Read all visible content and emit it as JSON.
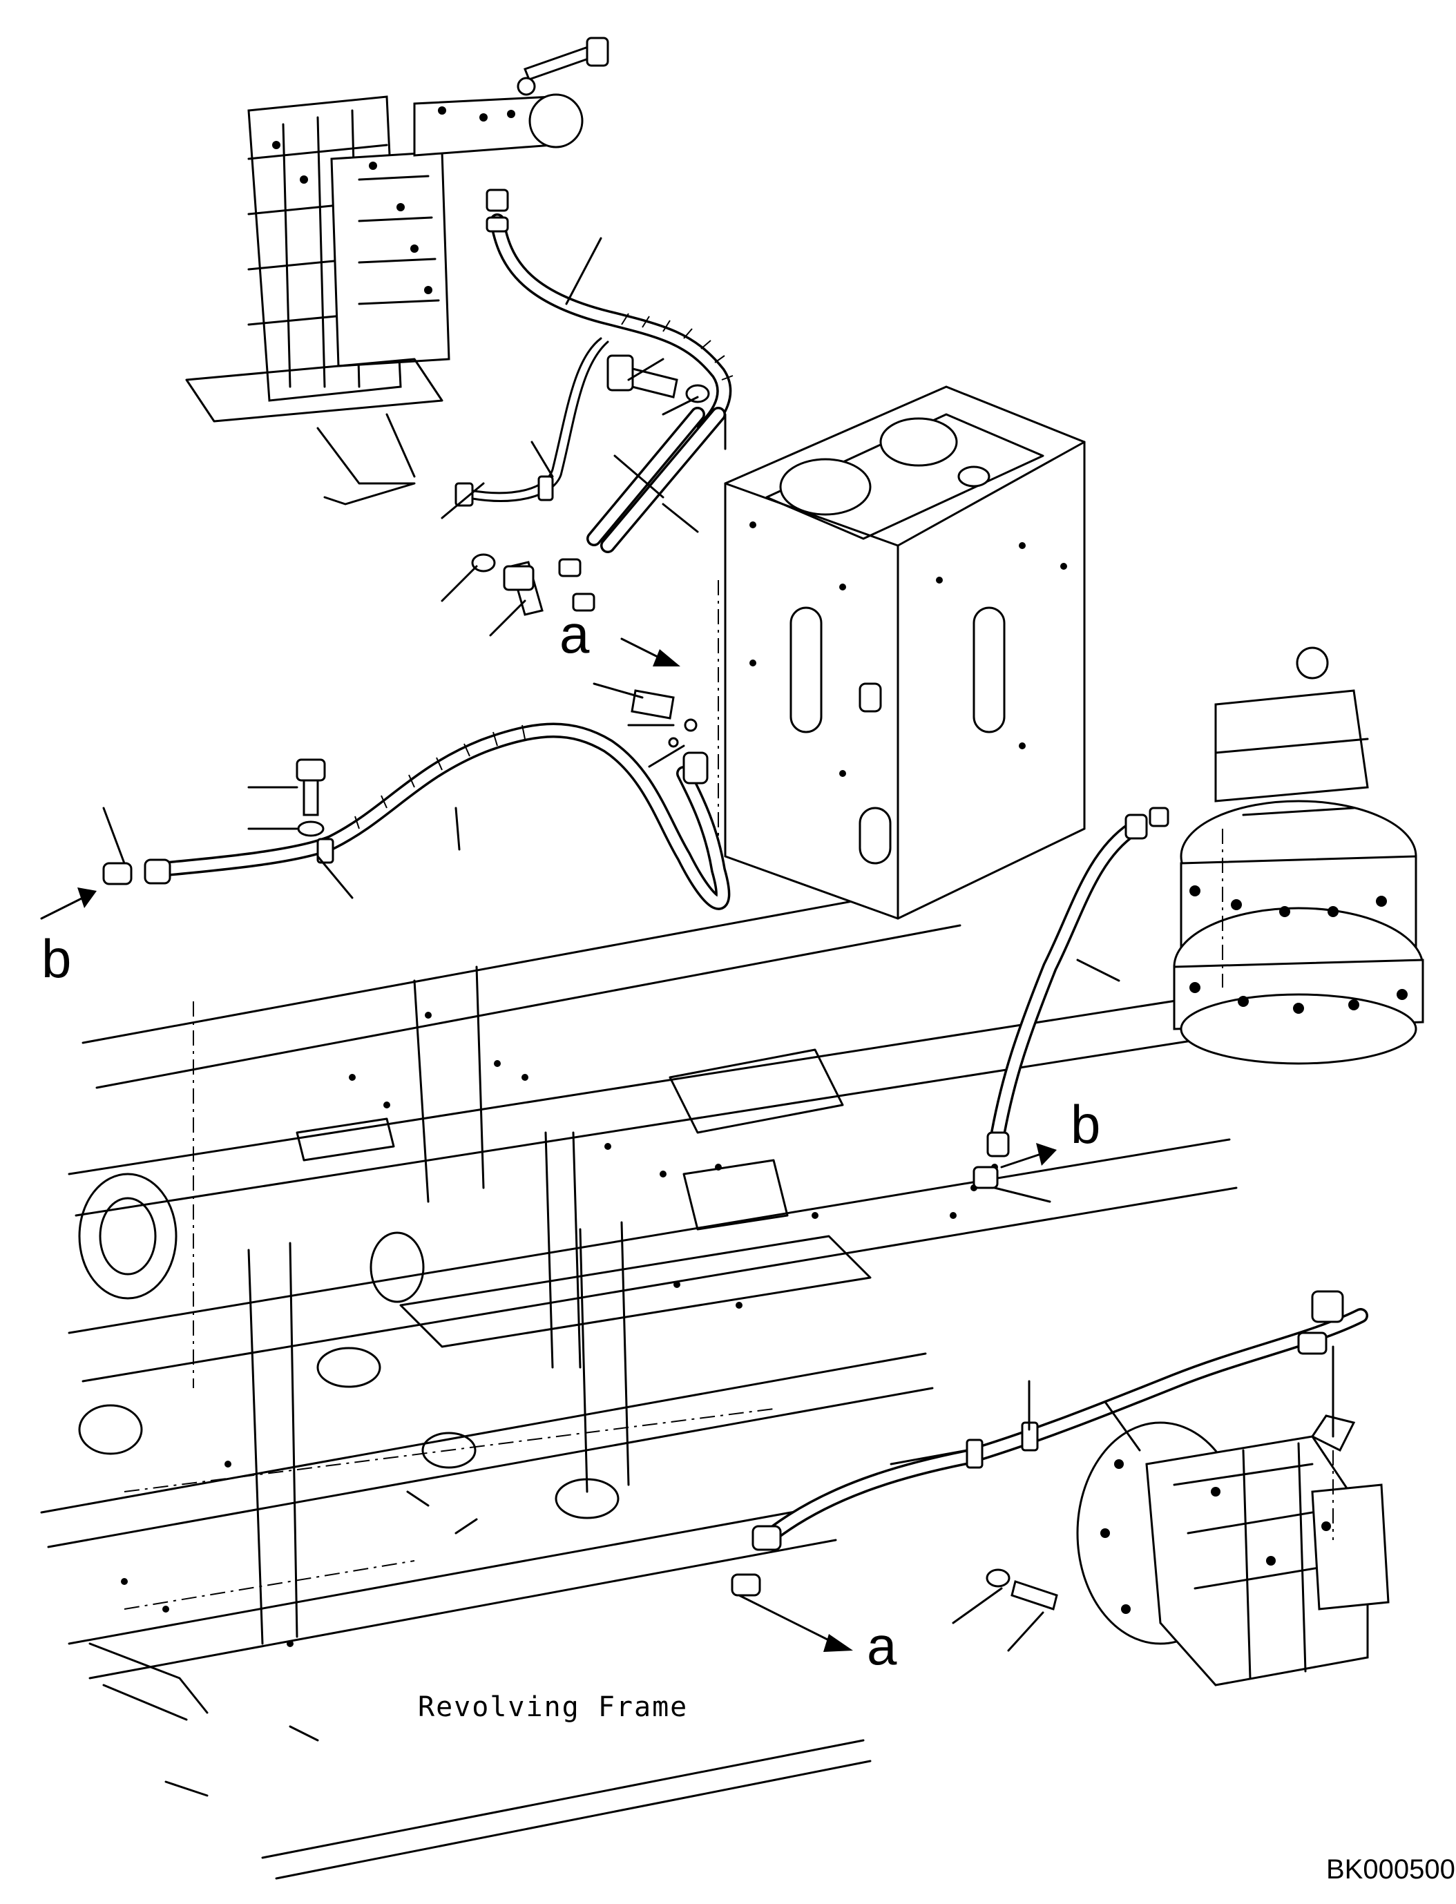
{
  "labels": {
    "callout_a_top": "a",
    "callout_b_left": "b",
    "callout_b_right": "b",
    "callout_a_bottom": "a",
    "frame_title": "Revolving Frame",
    "doc_id": "BK000500"
  },
  "colors": {
    "line": "#000000",
    "background": "#ffffff"
  }
}
